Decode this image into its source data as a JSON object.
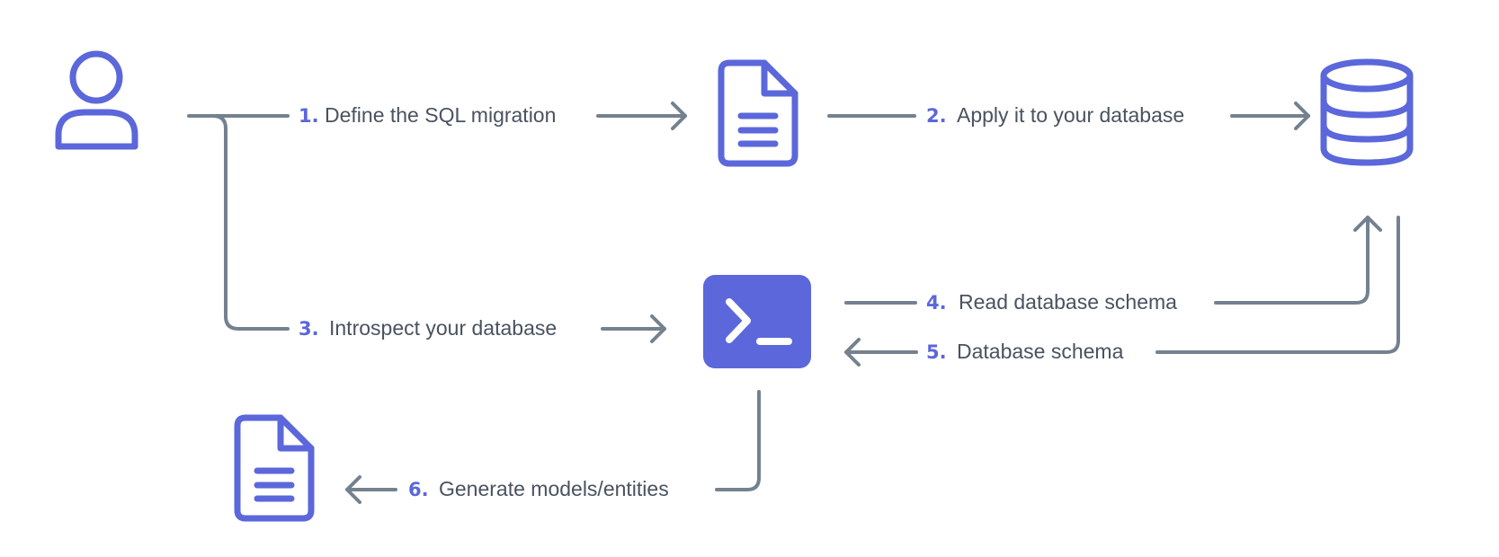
{
  "colors": {
    "accent": "#5B67DA",
    "line": "#74818F",
    "text": "#4A5260",
    "background": "#FFFFFF"
  },
  "nodes": [
    {
      "id": "user",
      "icon": "user-icon"
    },
    {
      "id": "migration-file",
      "icon": "document-icon"
    },
    {
      "id": "database",
      "icon": "database-icon"
    },
    {
      "id": "cli",
      "icon": "terminal-icon"
    },
    {
      "id": "generated-file",
      "icon": "document-icon"
    }
  ],
  "steps": [
    {
      "num": "1.",
      "label": "Define the SQL migration"
    },
    {
      "num": "2.",
      "label": "Apply it to your database"
    },
    {
      "num": "3.",
      "label": "Introspect your database"
    },
    {
      "num": "4.",
      "label": "Read database schema"
    },
    {
      "num": "5.",
      "label": "Database schema"
    },
    {
      "num": "6.",
      "label": "Generate models/entities"
    }
  ]
}
